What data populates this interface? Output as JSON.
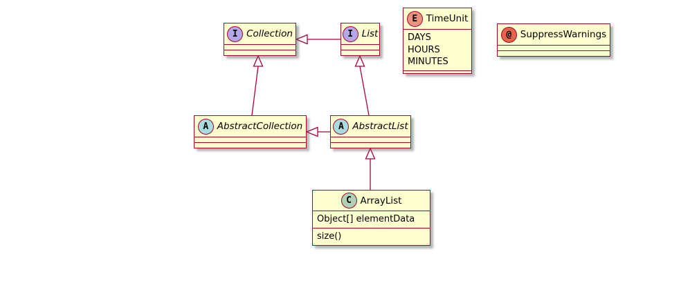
{
  "diagram": {
    "type": "uml-class-diagram",
    "colors": {
      "background": "#FFFFFF",
      "box_fill": "#FEFECE",
      "border_and_arrows": "#A80036",
      "spot_interface": "#B4A7E5",
      "spot_abstract": "#A9DCDF",
      "spot_class": "#ADD1B2",
      "spot_enum": "#EB937F",
      "spot_annotation": "#E3664A"
    },
    "classes": [
      {
        "name": "Collection",
        "stereotype": "interface",
        "spot_letter": "I",
        "italic_name": true,
        "fields": [],
        "methods": []
      },
      {
        "name": "List",
        "stereotype": "interface",
        "spot_letter": "I",
        "italic_name": true,
        "fields": [],
        "methods": []
      },
      {
        "name": "TimeUnit",
        "stereotype": "enum",
        "spot_letter": "E",
        "italic_name": false,
        "fields": [
          "DAYS",
          "HOURS",
          "MINUTES"
        ],
        "methods": []
      },
      {
        "name": "SuppressWarnings",
        "stereotype": "annotation",
        "spot_letter": "@",
        "italic_name": false,
        "fields": [],
        "methods": []
      },
      {
        "name": "AbstractCollection",
        "stereotype": "abstract-class",
        "spot_letter": "A",
        "italic_name": true,
        "fields": [],
        "methods": []
      },
      {
        "name": "AbstractList",
        "stereotype": "abstract-class",
        "spot_letter": "A",
        "italic_name": true,
        "fields": [],
        "methods": []
      },
      {
        "name": "ArrayList",
        "stereotype": "class",
        "spot_letter": "C",
        "italic_name": false,
        "fields": [
          "Object[] elementData"
        ],
        "methods": [
          "size()"
        ]
      }
    ],
    "relations": [
      {
        "from": "List",
        "to": "Collection",
        "type": "extends"
      },
      {
        "from": "AbstractCollection",
        "to": "Collection",
        "type": "extends"
      },
      {
        "from": "AbstractList",
        "to": "List",
        "type": "extends"
      },
      {
        "from": "AbstractList",
        "to": "AbstractCollection",
        "type": "extends"
      },
      {
        "from": "ArrayList",
        "to": "AbstractList",
        "type": "extends"
      }
    ]
  }
}
